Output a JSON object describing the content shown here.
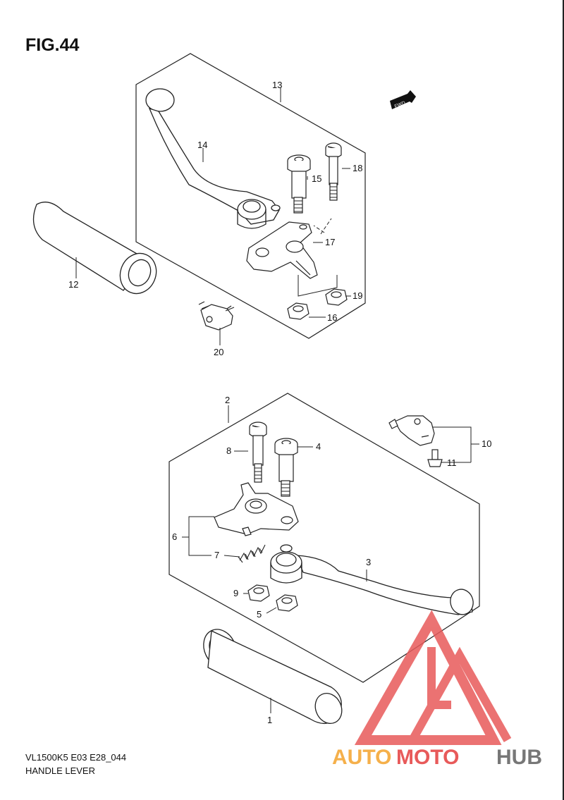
{
  "figure": {
    "title": "FIG.44"
  },
  "footer": {
    "code": "VL1500K5 E03 E28_044",
    "caption": "HANDLE LEVER"
  },
  "fwd_badge": "FWD",
  "callouts": {
    "c1": "1",
    "c2": "2",
    "c3": "3",
    "c4": "4",
    "c5": "5",
    "c6": "6",
    "c7": "7",
    "c8": "8",
    "c9": "9",
    "c10": "10",
    "c11": "11",
    "c12": "12",
    "c13": "13",
    "c14": "14",
    "c15": "15",
    "c16": "16",
    "c17": "17",
    "c18": "18",
    "c19": "19",
    "c20": "20"
  },
  "watermark": {
    "part1": "AUTO",
    "part2": "MOTO",
    "part3": "HUB",
    "color_light": "#f5b04b",
    "color_red": "#e85a5a",
    "color_gray": "#777777"
  }
}
